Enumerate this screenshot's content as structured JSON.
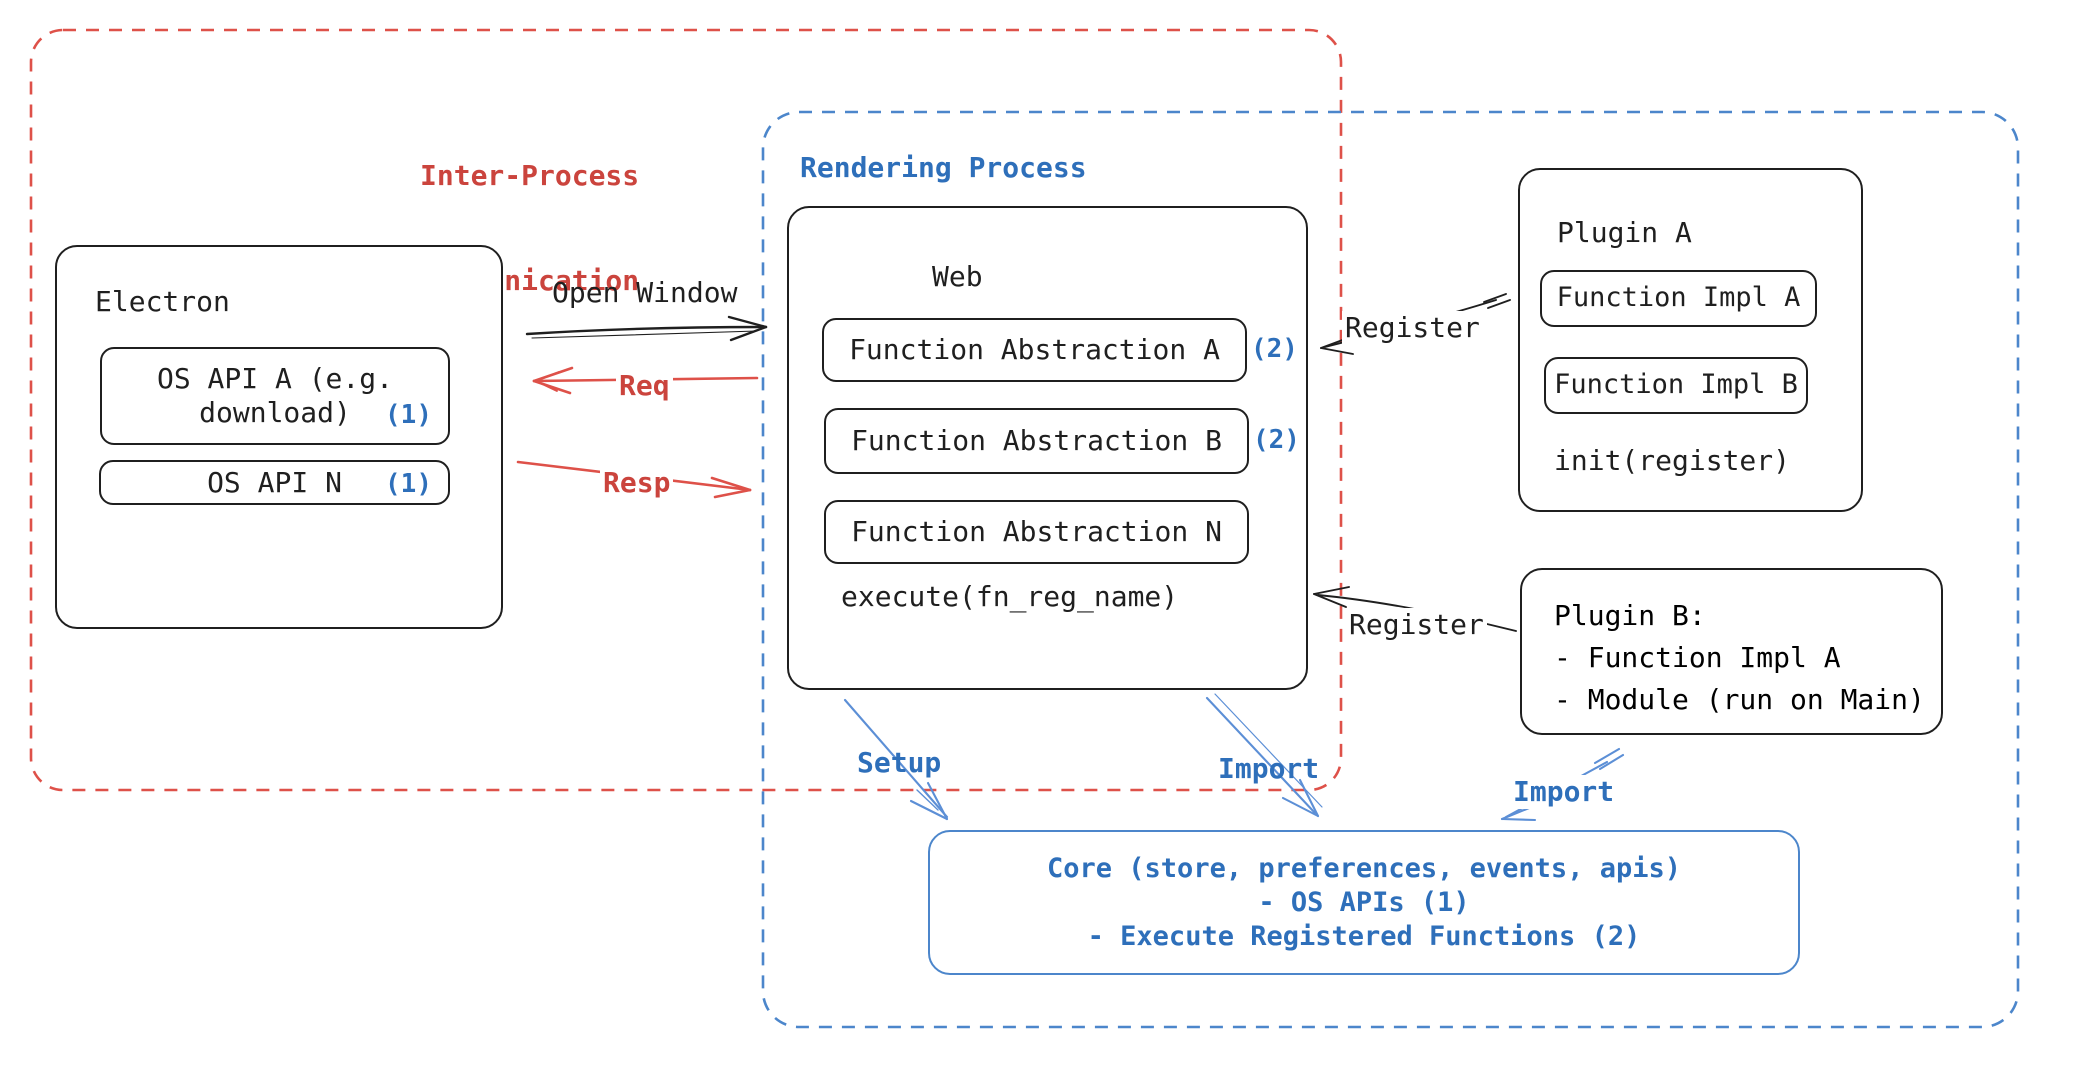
{
  "frames": {
    "ipc": {
      "line1": "Inter-Process",
      "line2": "Communication"
    },
    "rendering": {
      "label": "Rendering Process"
    }
  },
  "electron": {
    "title": "Electron",
    "os_api_a_line1": "OS API A (e.g.",
    "os_api_a_line2": "download)",
    "os_api_a_badge": "(1)",
    "os_api_n": "OS API N",
    "os_api_n_badge": "(1)"
  },
  "web": {
    "title": "Web",
    "fa_a": "Function Abstraction A",
    "fa_a_badge": "(2)",
    "fa_b": "Function Abstraction B",
    "fa_b_badge": "(2)",
    "fa_n": "Function Abstraction N",
    "execute": "execute(fn_reg_name)"
  },
  "plugin_a": {
    "title": "Plugin A",
    "impl_a": "Function Impl A",
    "impl_b": "Function Impl B",
    "init": "init(register)"
  },
  "plugin_b": {
    "line1": "Plugin B:",
    "line2": "- Function Impl A",
    "line3": "- Module (run on Main)"
  },
  "core": {
    "line1": "Core (store, preferences, events, apis)",
    "line2": "- OS APIs (1)",
    "line3": "- Execute Registered Functions (2)"
  },
  "arrows": {
    "open_window": "Open Window",
    "req": "Req",
    "resp": "Resp",
    "register_top": "Register",
    "register_bottom": "Register",
    "setup": "Setup",
    "import_mid": "Import",
    "import_right": "Import"
  },
  "colors": {
    "ink": "#1f1f1f",
    "red_text": "#cb443d",
    "red_stroke": "#de5149",
    "blue_text": "#2e6fba",
    "blue_stroke": "#4c86cb",
    "blue_arrow": "#5c8fd6"
  }
}
